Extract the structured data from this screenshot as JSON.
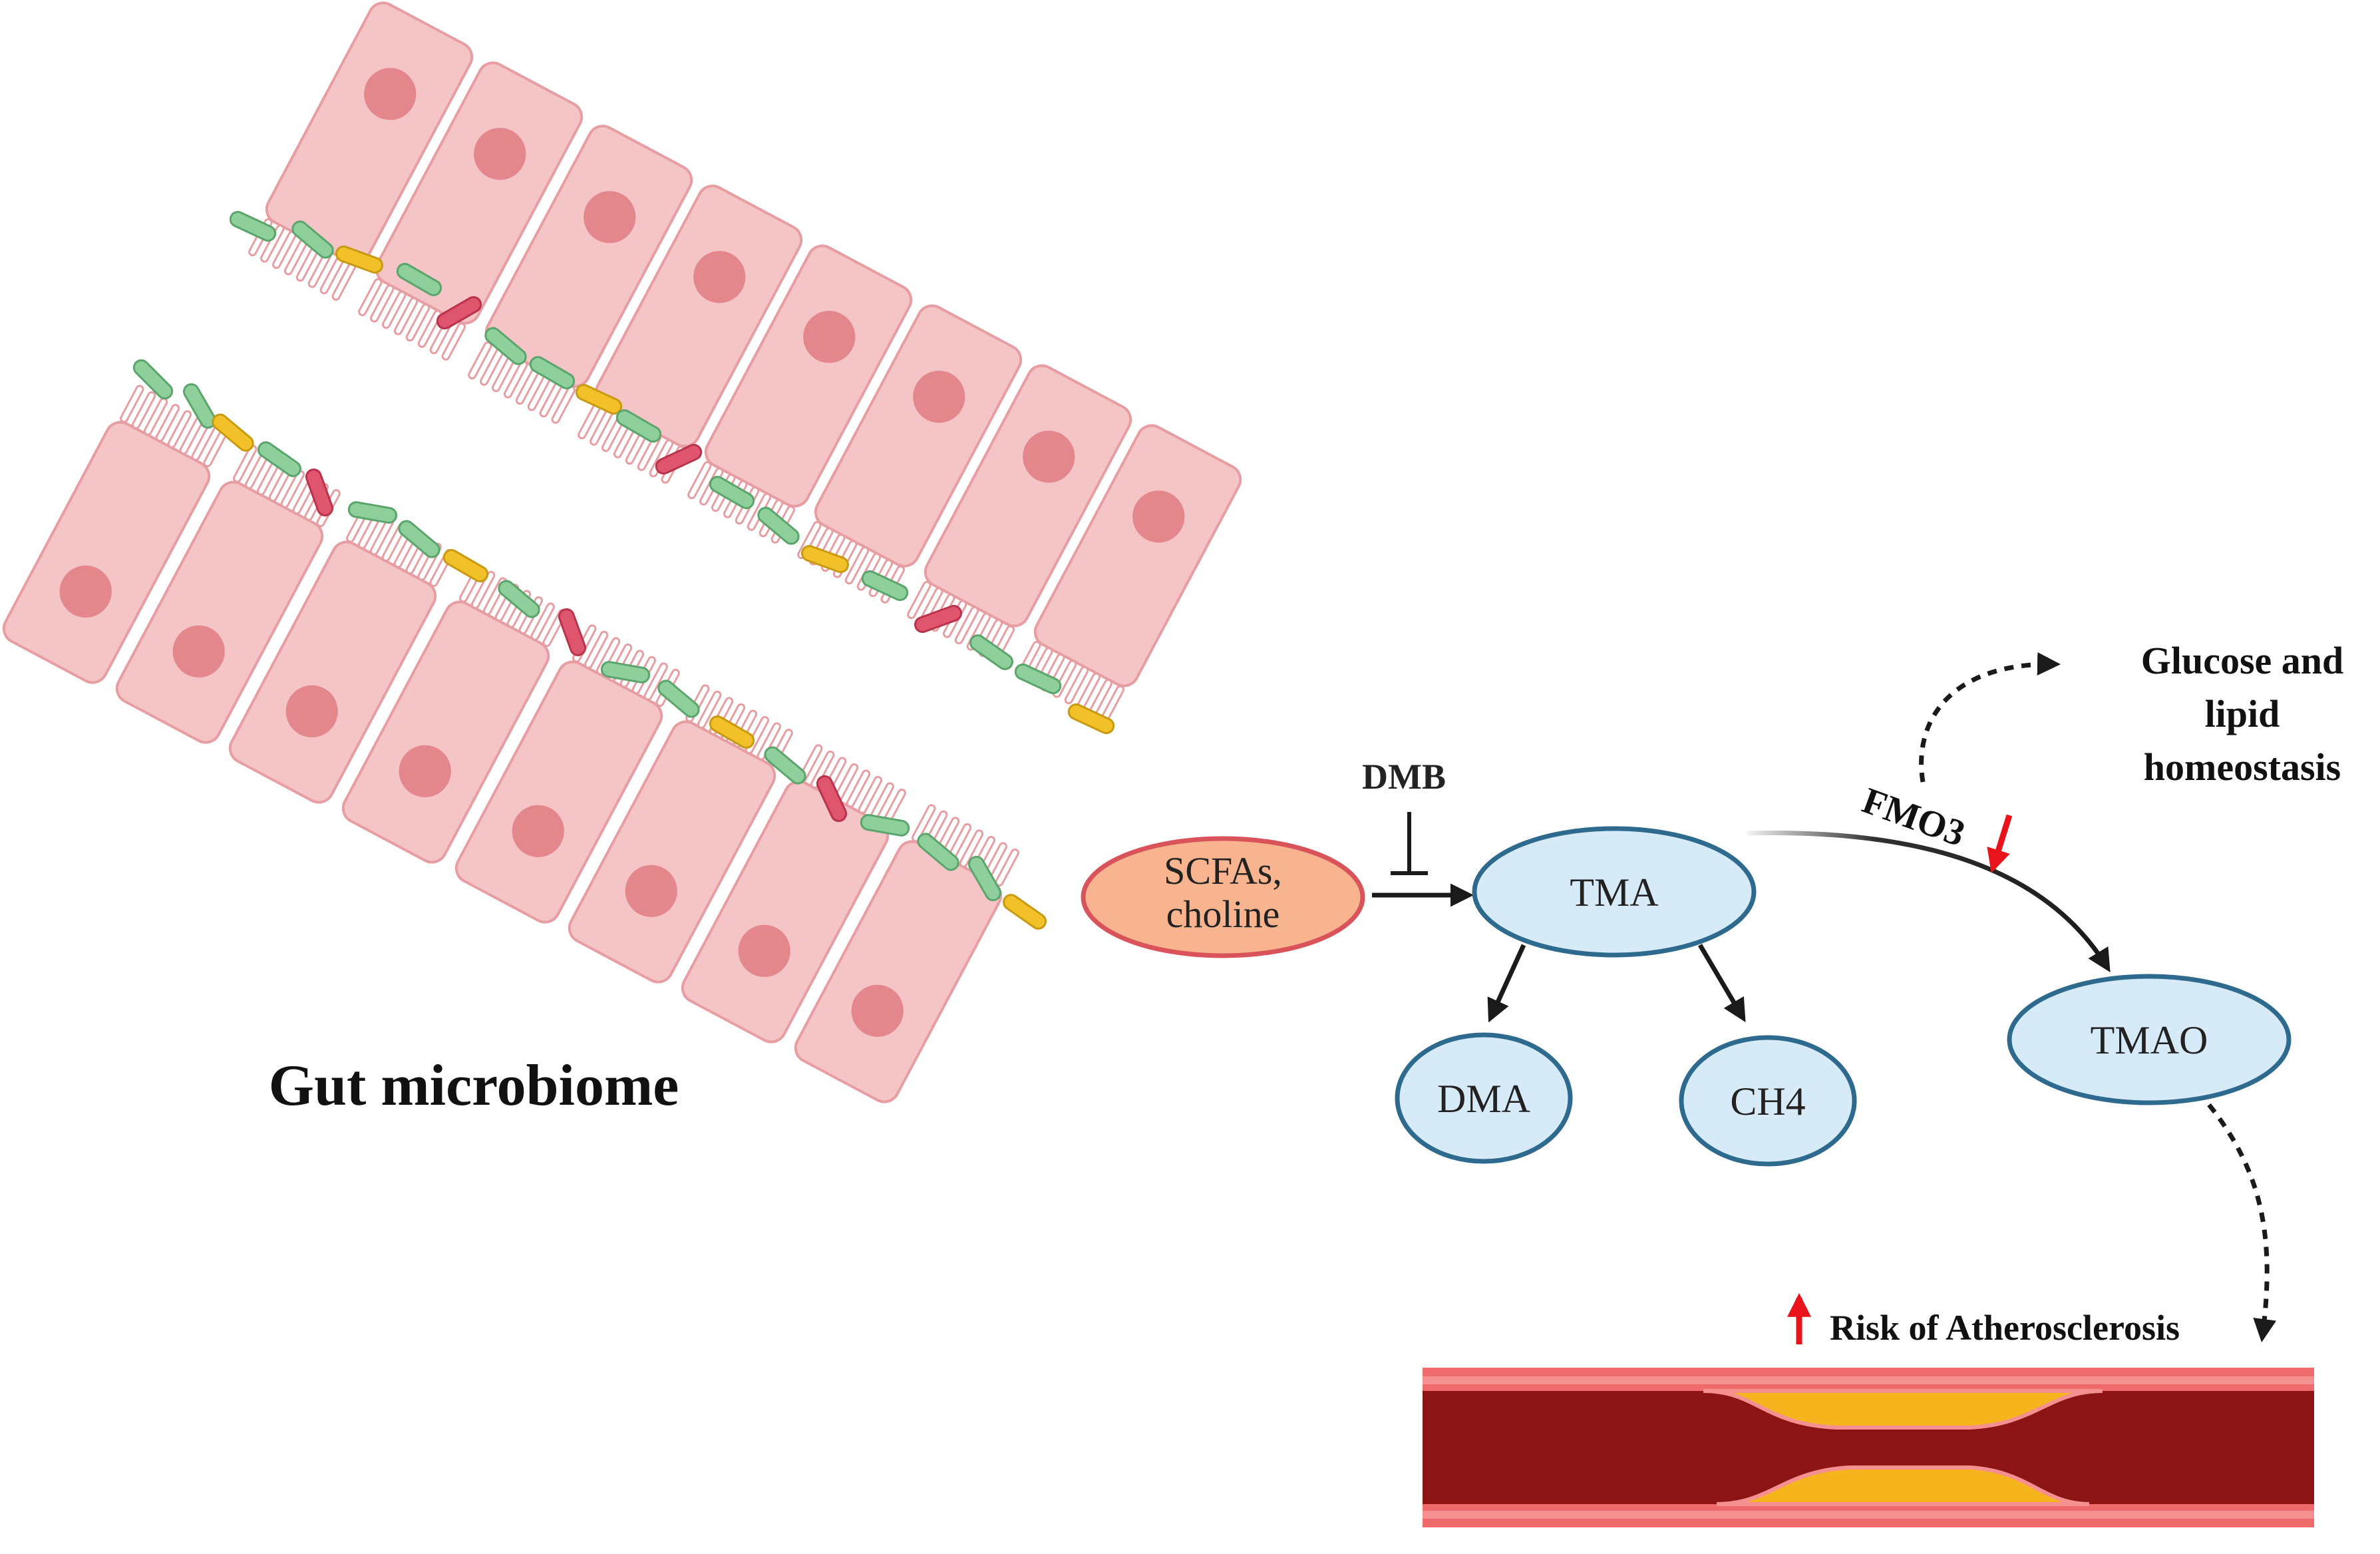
{
  "labels": {
    "gut": "Gut microbiome",
    "dmb": "DMB",
    "scfa_line1": "SCFAs,",
    "scfa_line2": "choline",
    "tma": "TMA",
    "dma": "DMA",
    "ch4": "CH4",
    "tmao": "TMAO",
    "fmo3": "FMO3",
    "glucose_line1": "Glucose and",
    "glucose_line2": "lipid",
    "glucose_line3": "homeostasis",
    "risk": "Risk of Atherosclerosis"
  },
  "colors": {
    "cell_fill": "#f4c4c6",
    "cell_stroke": "#e79ea3",
    "nucleus": "#e3878c",
    "bacteria_green": "#8ecf9c",
    "bacteria_green_stroke": "#5aa56b",
    "bacteria_yellow": "#f2c029",
    "bacteria_pink": "#e0556e",
    "node_blue_fill": "#d6ebf7",
    "node_blue_stroke": "#2d6a8e",
    "node_orange_fill": "#f7b48f",
    "node_orange_stroke": "#d9535b",
    "arrow": "#1a1a1a",
    "red_arrow": "#e8131b",
    "vessel_outer": "#ef6b6b",
    "vessel_inner": "#8c1414",
    "plaque": "#f7b51d"
  },
  "icons": {
    "up_arrow": "red-up-arrow-icon",
    "inhibit": "inhibition-bar-icon"
  }
}
